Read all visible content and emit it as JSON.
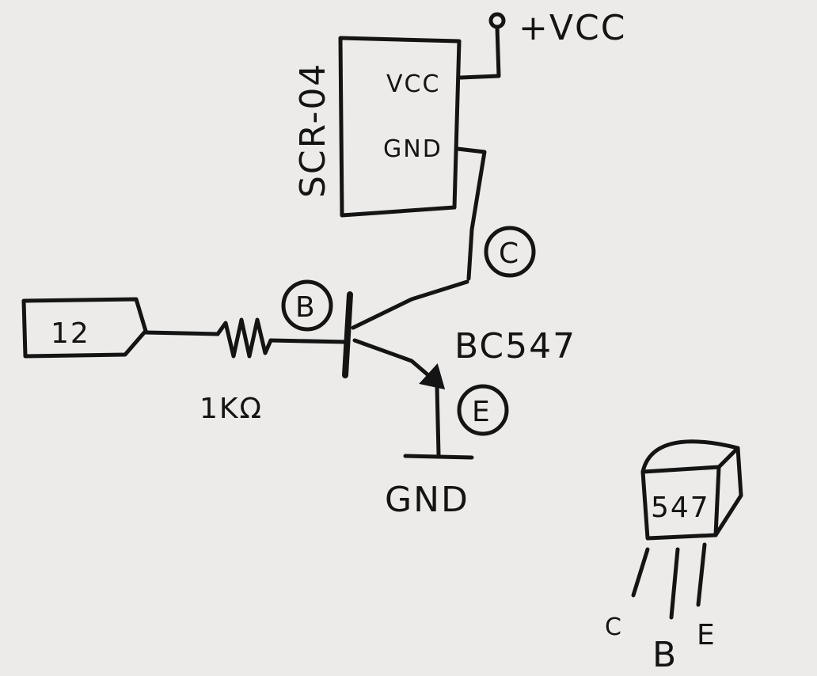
{
  "labels": {
    "vcc_supply": "+VCC",
    "module_name": "SCR-04",
    "module_vcc": "VCC",
    "module_gnd": "GND",
    "pin_input": "12",
    "resistor": "1KΩ",
    "base_marker": "B",
    "collector_marker": "C",
    "emitter_marker": "E",
    "transistor": "BC547",
    "ground": "GND",
    "package_marking": "547",
    "pkg_c": "C",
    "pkg_b": "B",
    "pkg_e": "E"
  },
  "colors": {
    "paper": "#ecebe9",
    "ink": "#141414"
  }
}
